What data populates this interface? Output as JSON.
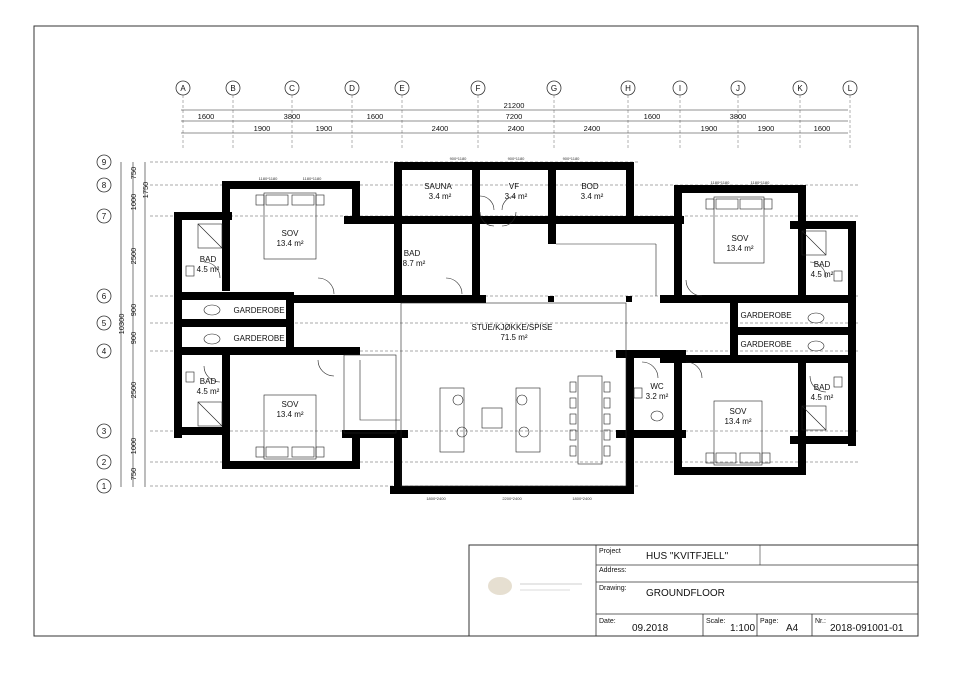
{
  "axes": {
    "letters": [
      "A",
      "B",
      "C",
      "D",
      "E",
      "F",
      "G",
      "H",
      "I",
      "J",
      "K",
      "L"
    ],
    "numbers": [
      "9",
      "8",
      "7",
      "6",
      "5",
      "4",
      "3",
      "2",
      "1"
    ]
  },
  "dimensions": {
    "overall": "21200",
    "middle": "7200",
    "left_group": "3800",
    "right_group": "3800",
    "top_row": [
      "1600",
      "1900",
      "1900",
      "1600",
      "2400",
      "2400",
      "2400",
      "1600",
      "1900",
      "1900",
      "1600"
    ],
    "left_col": [
      "750",
      "1000",
      "2500",
      "900",
      "900",
      "2500",
      "1000",
      "750"
    ],
    "left_total": "10300",
    "left_upper": "1750"
  },
  "rooms": {
    "sauna": {
      "name": "SAUNA",
      "area": "3.4 m²"
    },
    "vf": {
      "name": "VF",
      "area": "3.4 m²"
    },
    "bod": {
      "name": "BOD",
      "area": "3.4 m²"
    },
    "sov_tl": {
      "name": "SOV",
      "area": "13.4 m²"
    },
    "sov_tr": {
      "name": "SOV",
      "area": "13.4 m²"
    },
    "sov_bl": {
      "name": "SOV",
      "area": "13.4 m²"
    },
    "sov_br": {
      "name": "SOV",
      "area": "13.4 m²"
    },
    "bad_tl": {
      "name": "BAD",
      "area": "4.5 m²"
    },
    "bad_bl": {
      "name": "BAD",
      "area": "4.5 m²"
    },
    "bad_tr": {
      "name": "BAD",
      "area": "4.5 m²"
    },
    "bad_br": {
      "name": "BAD",
      "area": "4.5 m²"
    },
    "bad_mid": {
      "name": "BAD",
      "area": "8.7 m²"
    },
    "garderobe_l1": {
      "name": "GARDEROBE"
    },
    "garderobe_l2": {
      "name": "GARDEROBE"
    },
    "garderobe_r1": {
      "name": "GARDEROBE"
    },
    "garderobe_r2": {
      "name": "GARDEROBE"
    },
    "stue": {
      "name": "STUE/KJØKKE/SPISE",
      "area": "71.5 m²"
    },
    "wc": {
      "name": "WC",
      "area": "3.2 m²"
    }
  },
  "window_labels": [
    "1180*1180",
    "1180*1180",
    "900*1180",
    "900*1180",
    "900*1180",
    "1180*1180",
    "1180*1180",
    "1800*2400",
    "2200*2400",
    "1800*2400"
  ],
  "title_block": {
    "project_label": "Project",
    "project_value": "HUS \"KVITFJELL\"",
    "address_label": "Address:",
    "address_value": "",
    "drawing_label": "Drawing:",
    "drawing_value": "GROUNDFLOOR",
    "date_label": "Date:",
    "date_value": "09.2018",
    "scale_label": "Scale:",
    "scale_value": "1:100",
    "page_label": "Page:",
    "page_value": "A4",
    "nr_label": "Nr.:",
    "nr_value": "2018-091001-01"
  }
}
